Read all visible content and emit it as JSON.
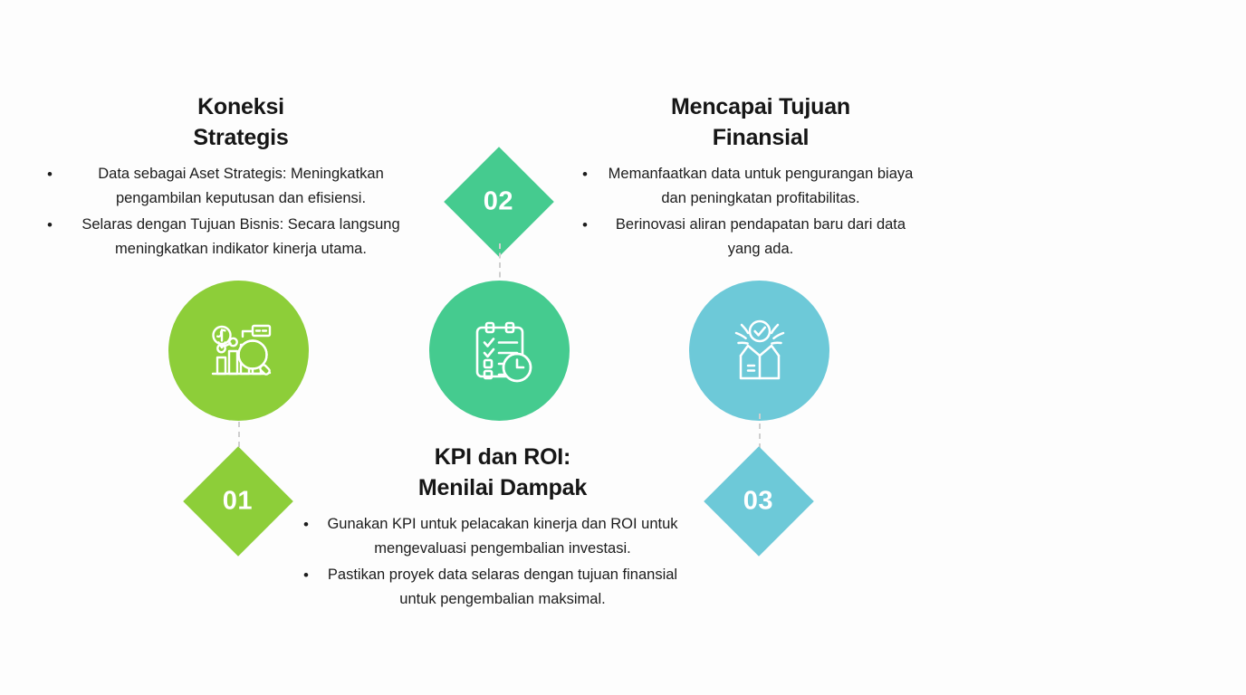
{
  "page": {
    "background_color": "#fdfdfd",
    "heading_color": "#161616",
    "body_text_color": "#1c1c1c",
    "connector_color": "#cfcfcf",
    "bullet_glyph": "•"
  },
  "steps": [
    {
      "number": "01",
      "color": "#8dce39",
      "icon": "data-analysis-icon",
      "title_line_1": "Koneksi",
      "title_line_2": "Strategis",
      "bullets": [
        "Data sebagai Aset Strategis: Meningkatkan pengambilan keputusan dan efisiensi.",
        "Selaras dengan Tujuan Bisnis: Secara langsung meningkatkan indikator kinerja utama."
      ]
    },
    {
      "number": "02",
      "color": "#45cb8f",
      "icon": "checklist-clock-icon",
      "title_line_1": "KPI dan ROI:",
      "title_line_2": "Menilai Dampak",
      "bullets": [
        "Gunakan KPI untuk pelacakan kinerja dan ROI untuk mengevaluasi pengembalian investasi.",
        "Pastikan proyek data selaras dengan tujuan finansial untuk pengembalian maksimal."
      ]
    },
    {
      "number": "03",
      "color": "#6dc9d8",
      "icon": "open-box-check-icon",
      "title_line_1": "Mencapai Tujuan",
      "title_line_2": "Finansial",
      "bullets": [
        "Memanfaatkan data untuk pengurangan biaya dan peningkatan profitabilitas.",
        "Berinovasi aliran pendapatan baru dari data yang ada."
      ]
    }
  ]
}
